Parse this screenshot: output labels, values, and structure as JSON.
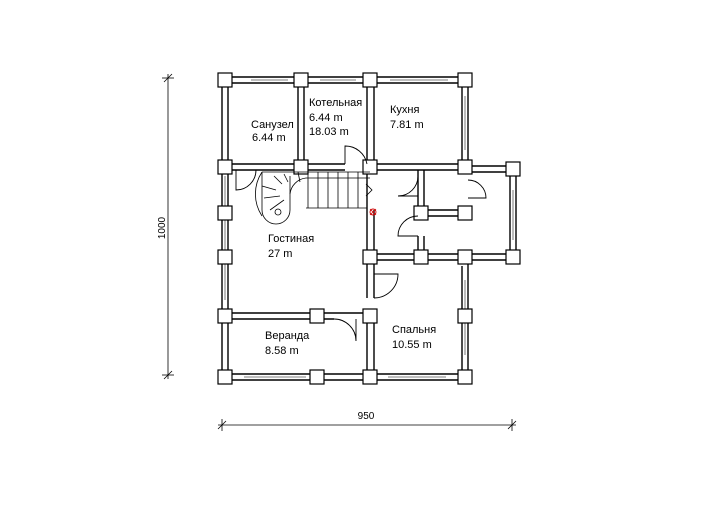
{
  "rooms": {
    "sanuzel": {
      "name": "Санузел",
      "area": "6.44 m"
    },
    "kotelnaya": {
      "name": "Котельная",
      "area1": "6.44 m",
      "area2": "18.03 m"
    },
    "kuhnya": {
      "name": "Кухня",
      "area": "7.81 m"
    },
    "gostinaya": {
      "name": "Гостиная",
      "area": "27 m"
    },
    "veranda": {
      "name": "Веранда",
      "area": "8.58 m"
    },
    "spalnya": {
      "name": "Спальня",
      "area": "10.55 m"
    }
  },
  "dimensions": {
    "width": "950",
    "height": "1000"
  }
}
